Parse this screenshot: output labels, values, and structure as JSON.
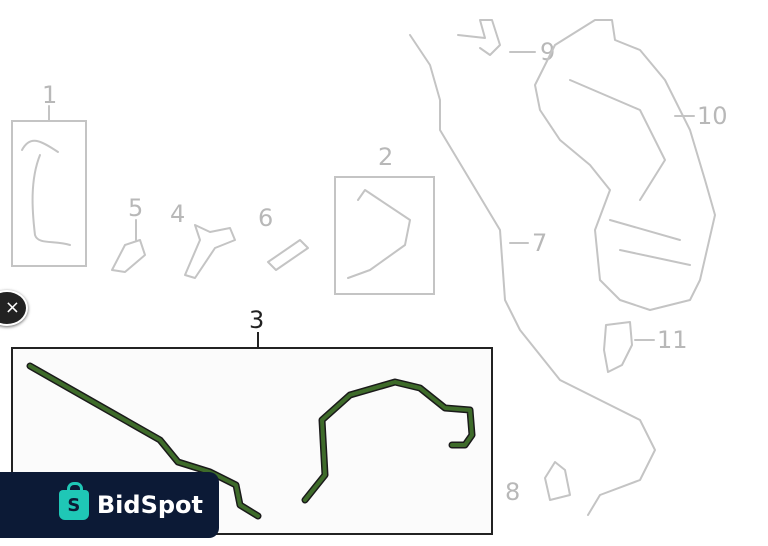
{
  "callouts": {
    "c1": "1",
    "c2": "2",
    "c3": "3",
    "c4": "4",
    "c5": "5",
    "c6": "6",
    "c7": "7",
    "c8": "8",
    "c9": "9",
    "c10": "10",
    "c11": "11"
  },
  "overlay": {
    "close_icon": "×",
    "brand_name": "BidSpot",
    "brand_logo_letter": "S"
  },
  "colors": {
    "highlight_hose": "#3e6b2a",
    "banner_bg": "#0c1a36",
    "brand_accent": "#1fc7b6"
  }
}
